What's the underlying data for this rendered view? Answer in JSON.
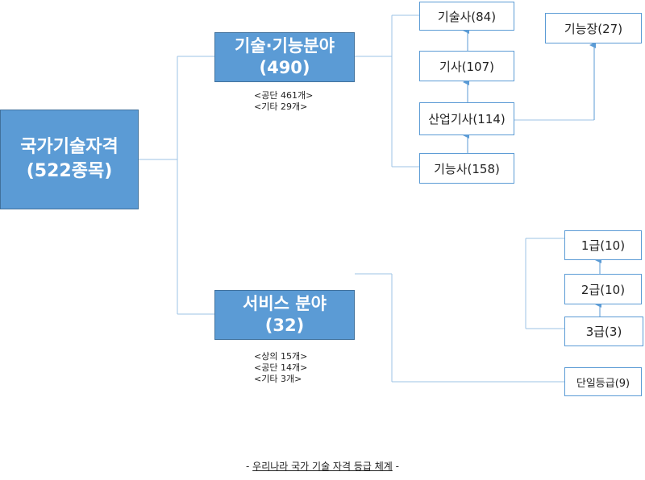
{
  "root": {
    "line1": "국가기술자격",
    "line2": "(522종목)"
  },
  "tech": {
    "title": "기술·기능분야",
    "count": "(490)",
    "notes": [
      "<공단 461개>",
      "<기타  29개>"
    ],
    "nodes": {
      "gisulsa": "기술사(84)",
      "gisa": "기사(107)",
      "sanup": "산업기사(114)",
      "gineungsa": "기능사(158)",
      "gineungjang": "기능장(27)"
    }
  },
  "service": {
    "title": "서비스 분야",
    "count": "(32)",
    "notes": [
      "<상의 15개>",
      "<공단 14개>",
      "<기타  3개>"
    ],
    "nodes": {
      "grade1": "1급(10)",
      "grade2": "2급(10)",
      "grade3": "3급(3)",
      "single": "단일등급(9)"
    }
  },
  "caption": {
    "dash_left": "- ",
    "text": "우리나라 국가 기술 자격 등급 체계",
    "dash_right": " -"
  },
  "colors": {
    "box_fill": "#5b9bd5",
    "box_border": "#41719c",
    "line": "#9dc3e6",
    "arrow": "#5b9bd5"
  }
}
